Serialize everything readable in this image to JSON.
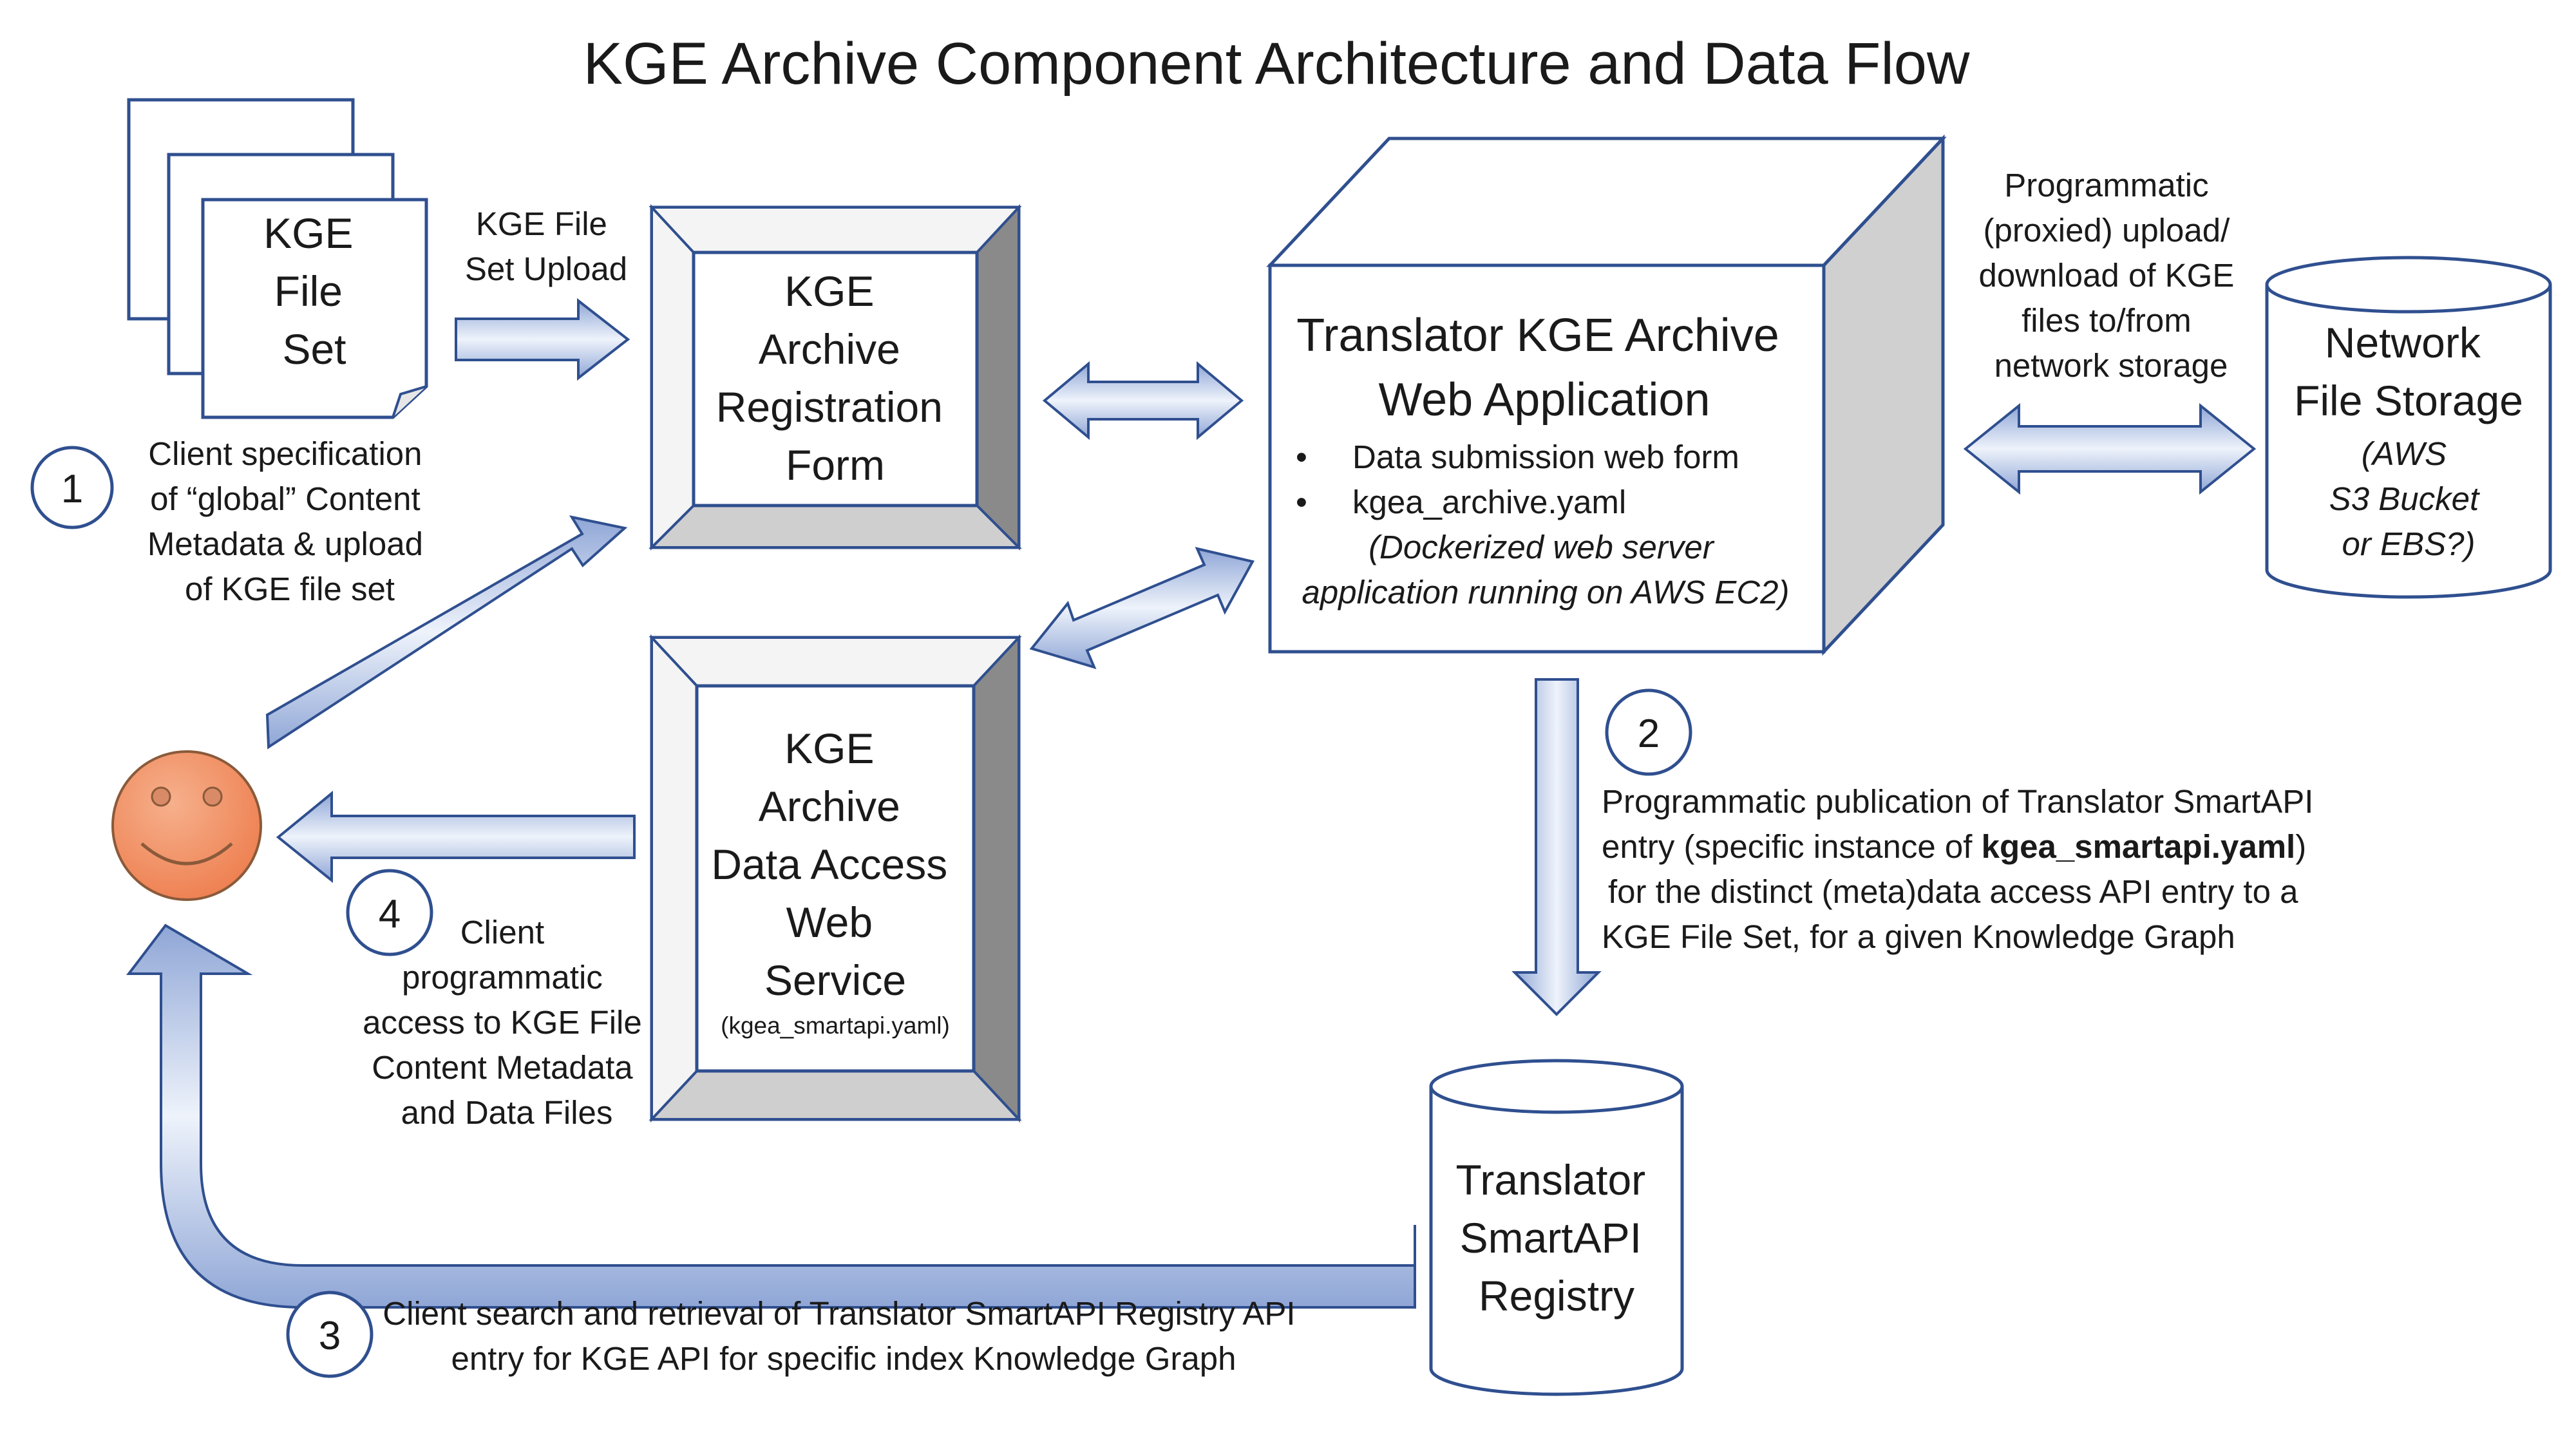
{
  "title": "KGE Archive Component Architecture and Data Flow",
  "file_set": {
    "lines": [
      "KGE",
      "File",
      "Set"
    ]
  },
  "upload_arrow": {
    "lines": [
      "KGE File",
      "Set Upload"
    ]
  },
  "step1": {
    "number": "1",
    "lines": [
      "Client specification",
      "of “global” Content",
      "Metadata & upload",
      "of KGE file set"
    ]
  },
  "registration_form": {
    "lines": [
      "KGE",
      "Archive",
      "Registration",
      "Form"
    ]
  },
  "web_app": {
    "title_lines": [
      "Translator KGE Archive",
      "Web Application"
    ],
    "bullets": [
      "Data submission web form",
      "kgea_archive.yaml"
    ],
    "note_lines": [
      "(Dockerized web server",
      "application running on AWS EC2)"
    ]
  },
  "storage_link": {
    "lines": [
      "Programmatic",
      "(proxied) upload/",
      "download of KGE",
      "files to/from",
      "network storage"
    ]
  },
  "network_storage": {
    "lines": [
      "Network",
      "File Storage"
    ],
    "italic_lines": [
      "(AWS",
      "S3 Bucket",
      "or EBS?)"
    ]
  },
  "data_access": {
    "lines": [
      "KGE",
      "Archive",
      "Data Access",
      "Web",
      "Service"
    ],
    "small": "(kgea_smartapi.yaml)"
  },
  "step2": {
    "number": "2",
    "line1": "Programmatic publication of Translator SmartAPI",
    "line2_pre": "entry (specific instance of ",
    "line2_bold": "kgea_smartapi.yaml",
    "line2_post": ")",
    "line3": "for the distinct (meta)data access API entry to a",
    "line4": "KGE File Set, for a given Knowledge Graph"
  },
  "step4": {
    "number": "4",
    "lines": [
      "Client",
      "programmatic",
      "access to KGE File",
      "Content Metadata",
      "and Data Files"
    ]
  },
  "registry": {
    "lines": [
      "Translator",
      "SmartAPI",
      "Registry"
    ]
  },
  "step3": {
    "number": "3",
    "lines": [
      "Client search and retrieval of Translator SmartAPI Registry API",
      "entry for KGE API for specific index Knowledge Graph"
    ]
  },
  "colors": {
    "outline": "#2f4f8f",
    "arrow_light": "#eef3fb",
    "arrow_dark": "#8fa6d6",
    "cube_side": "#d0d0d0",
    "frame_bottom": "#cfcfcf",
    "frame_right": "#8a8a8a",
    "frame_top": "#f4f4f4",
    "smiley_fill": "#f08c62",
    "smiley_stroke": "#8a5a3a"
  }
}
